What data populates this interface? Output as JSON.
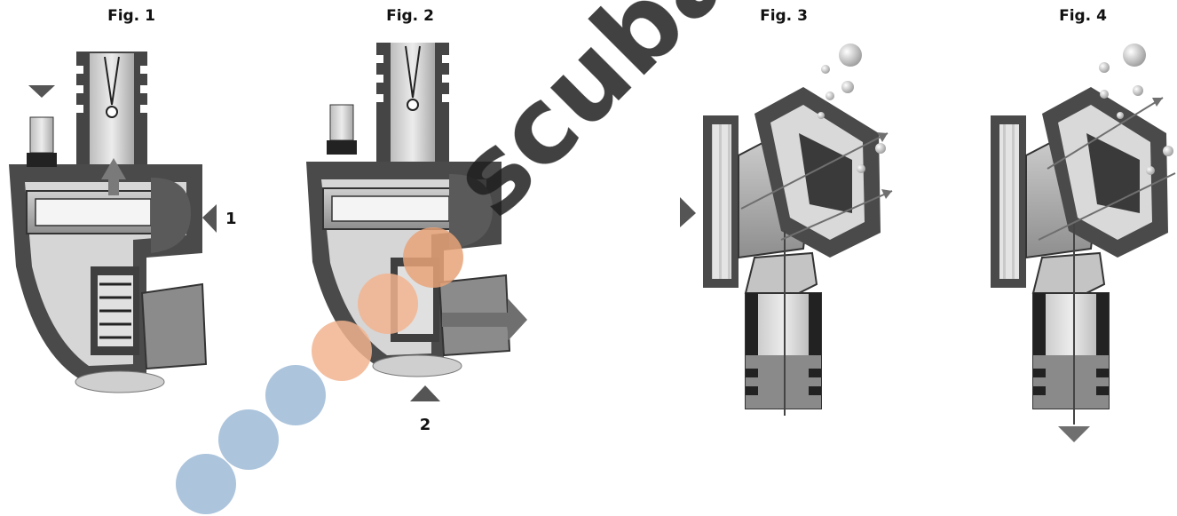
{
  "figures": [
    {
      "label": "Fig. 1"
    },
    {
      "label": "Fig. 2"
    },
    {
      "label": "Fig. 3"
    },
    {
      "label": "Fig. 4"
    }
  ],
  "callouts": {
    "fig1_side": "1",
    "fig2_bottom": "2"
  },
  "watermark": {
    "text": "scuba",
    "color_orange": "#f2b48f",
    "color_blue": "#9dbad6"
  },
  "colors": {
    "housing_dark": "#4a4a4a",
    "metal_mid": "#9a9a9a",
    "metal_light": "#d6d6d6",
    "arrow": "#6f6f6f",
    "black": "#111111"
  }
}
